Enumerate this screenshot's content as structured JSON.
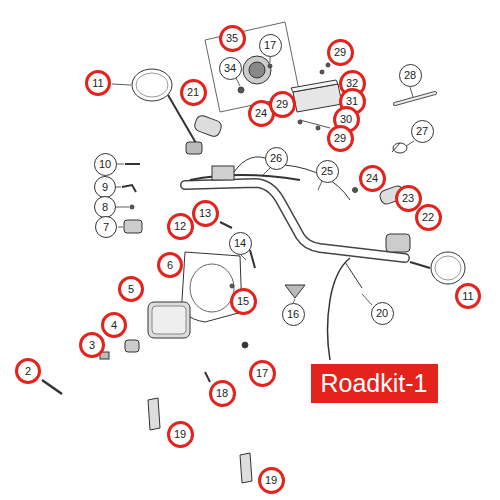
{
  "diagram": {
    "nodes": [
      {
        "text": [
          "35"
        ]
      },
      {
        "text": [
          "17"
        ]
      },
      {
        "text": [
          "34"
        ]
      },
      {
        "text": [
          "29"
        ]
      },
      {
        "text": [
          "28"
        ]
      },
      {
        "text": [
          "32"
        ]
      },
      {
        "text": [
          "31"
        ]
      },
      {
        "text": [
          "11"
        ]
      },
      {
        "text": [
          "21"
        ]
      },
      {
        "text": [
          "24"
        ]
      },
      {
        "text": [
          "29"
        ]
      },
      {
        "text": [
          "30"
        ]
      },
      {
        "text": [
          "29"
        ]
      },
      {
        "text": [
          "27"
        ]
      },
      {
        "text": [
          "26"
        ]
      },
      {
        "text": [
          "25"
        ]
      },
      {
        "text": [
          "10"
        ]
      },
      {
        "text": [
          "9"
        ]
      },
      {
        "text": [
          "8"
        ]
      },
      {
        "text": [
          "7"
        ]
      },
      {
        "text": [
          "24"
        ]
      },
      {
        "text": [
          "23"
        ]
      },
      {
        "text": [
          "22"
        ]
      },
      {
        "text": [
          "13"
        ]
      },
      {
        "text": [
          "12"
        ]
      },
      {
        "text": [
          "14"
        ]
      },
      {
        "text": [
          "6"
        ]
      },
      {
        "text": [
          "5"
        ]
      },
      {
        "text": [
          "15"
        ]
      },
      {
        "text": [
          "16"
        ]
      },
      {
        "text": [
          "20"
        ]
      },
      {
        "text": [
          "11"
        ]
      },
      {
        "text": [
          "4"
        ]
      },
      {
        "text": [
          "3"
        ]
      },
      {
        "text": [
          "2"
        ]
      },
      {
        "text": [
          "17"
        ]
      },
      {
        "text": [
          "18"
        ]
      },
      {
        "text": [
          "19"
        ]
      },
      {
        "text": [
          "19"
        ]
      },
      {
        "text": [
          "Roadkit-1"
        ]
      }
    ]
  }
}
